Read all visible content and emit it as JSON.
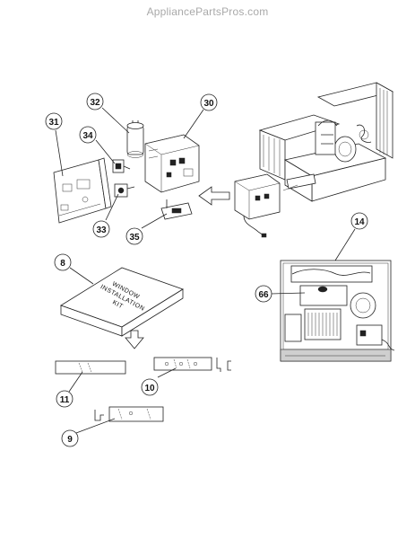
{
  "header": {
    "site_name": "AppliancePartsPros.com"
  },
  "kit_label": {
    "line1": "WINDOW",
    "line2": "INSTALLATION",
    "line3": "KIT"
  },
  "callouts": [
    {
      "id": "31",
      "label": "31"
    },
    {
      "id": "32",
      "label": "32"
    },
    {
      "id": "34",
      "label": "34"
    },
    {
      "id": "30",
      "label": "30"
    },
    {
      "id": "33",
      "label": "33"
    },
    {
      "id": "35",
      "label": "35"
    },
    {
      "id": "14",
      "label": "14"
    },
    {
      "id": "8",
      "label": "8"
    },
    {
      "id": "66",
      "label": "66"
    },
    {
      "id": "11",
      "label": "11"
    },
    {
      "id": "10",
      "label": "10"
    },
    {
      "id": "9",
      "label": "9"
    }
  ]
}
